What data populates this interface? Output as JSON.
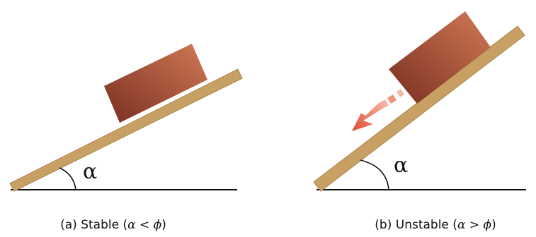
{
  "panels": [
    {
      "id": "a",
      "angle_label": "α",
      "caption": {
        "prefix": "(a) Stable (",
        "math": "α < ϕ",
        "suffix": ")"
      }
    },
    {
      "id": "b",
      "angle_label": "α",
      "caption": {
        "prefix": "(b) Unstable (",
        "math": "α > ϕ",
        "suffix": ")"
      }
    }
  ],
  "colors": {
    "plank": "#c9a063",
    "plank_edge": "#a88248",
    "block_light": "#d07a56",
    "block_dark": "#7a2e20",
    "arrow": "#e04a2e",
    "ground": "#111111"
  }
}
